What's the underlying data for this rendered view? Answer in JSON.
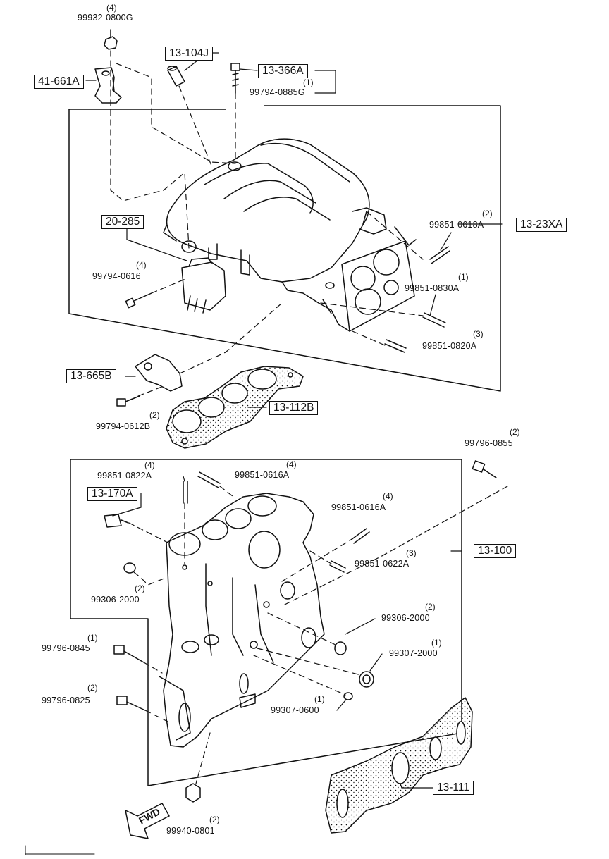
{
  "callouts": {
    "c41_661A": "41-661A",
    "c13_104J": "13-104J",
    "c13_366A": "13-366A",
    "c20_285": "20-285",
    "c13_23XA": "13-23XA",
    "c13_665B": "13-665B",
    "c13_112B": "13-112B",
    "c13_170A": "13-170A",
    "c13_100": "13-100",
    "c13_111": "13-111"
  },
  "parts": {
    "p1": {
      "number": "99932-0800G",
      "qty": "(4)"
    },
    "p2": {
      "number": "99794-0885G",
      "qty": "(1)"
    },
    "p3": {
      "number": "99851-0618A",
      "qty": "(2)"
    },
    "p4": {
      "number": "99794-0616",
      "qty": "(4)"
    },
    "p5": {
      "number": "99851-0830A",
      "qty": "(1)"
    },
    "p6": {
      "number": "99851-0820A",
      "qty": "(3)"
    },
    "p7": {
      "number": "99794-0612B",
      "qty": "(2)"
    },
    "p8": {
      "number": "99796-0855",
      "qty": "(2)"
    },
    "p9": {
      "number": "99851-0822A",
      "qty": "(4)"
    },
    "p10": {
      "number": "99851-0616A",
      "qty": "(4)"
    },
    "p11": {
      "number": "99851-0616A",
      "qty": "(4)"
    },
    "p12": {
      "number": "99851-0622A",
      "qty": "(3)"
    },
    "p13": {
      "number": "99306-2000",
      "qty": "(2)"
    },
    "p14": {
      "number": "99306-2000",
      "qty": "(2)"
    },
    "p15": {
      "number": "99796-0845",
      "qty": "(1)"
    },
    "p16": {
      "number": "99307-2000",
      "qty": "(1)"
    },
    "p17": {
      "number": "99796-0825",
      "qty": "(2)"
    },
    "p18": {
      "number": "99307-0600",
      "qty": "(1)"
    },
    "p19": {
      "number": "99940-0801",
      "qty": "(2)"
    }
  },
  "direction": {
    "label": "FWD"
  },
  "colors": {
    "ink": "#111111",
    "paper": "#ffffff"
  }
}
